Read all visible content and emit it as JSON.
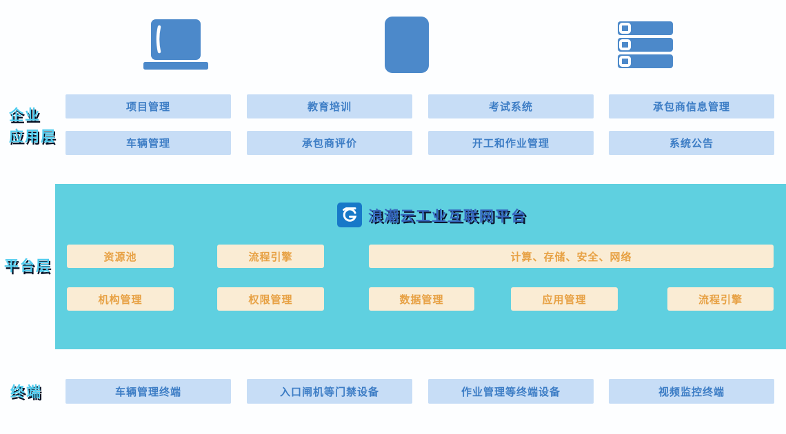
{
  "colors": {
    "icon_blue": "#4C89CA",
    "blue_box": "#C7DDF6",
    "blue_text": "#3D7DC5",
    "teal": "#5FD0E0",
    "cream_box": "#FAECD4",
    "orange_text": "#E7A144",
    "label_cyan": "#52CDEF",
    "title_blue": "#3566BE",
    "logo_blue": "#1778C8"
  },
  "icons": {
    "monitor": "desktop-terminal-icon",
    "tablet": "tablet-device-icon",
    "server": "server-stack-icon"
  },
  "layers": {
    "enterprise": {
      "label_line1": "企业",
      "label_line2": "应用层",
      "rows": [
        [
          "项目管理",
          "教育培训",
          "考试系统",
          "承包商信息管理"
        ],
        [
          "车辆管理",
          "承包商评价",
          "开工和作业管理",
          "系统公告"
        ]
      ]
    },
    "platform": {
      "label": "平台层",
      "title": "浪潮云工业互联网平台",
      "row1": [
        "资源池",
        "流程引擎",
        "计算、存储、安全、网络"
      ],
      "row2": [
        "机构管理",
        "权限管理",
        "数据管理",
        "应用管理",
        "流程引擎"
      ]
    },
    "terminal": {
      "label": "终端",
      "items": [
        "车辆管理终端",
        "入口闸机等门禁设备",
        "作业管理等终端设备",
        "视频监控终端"
      ]
    }
  }
}
